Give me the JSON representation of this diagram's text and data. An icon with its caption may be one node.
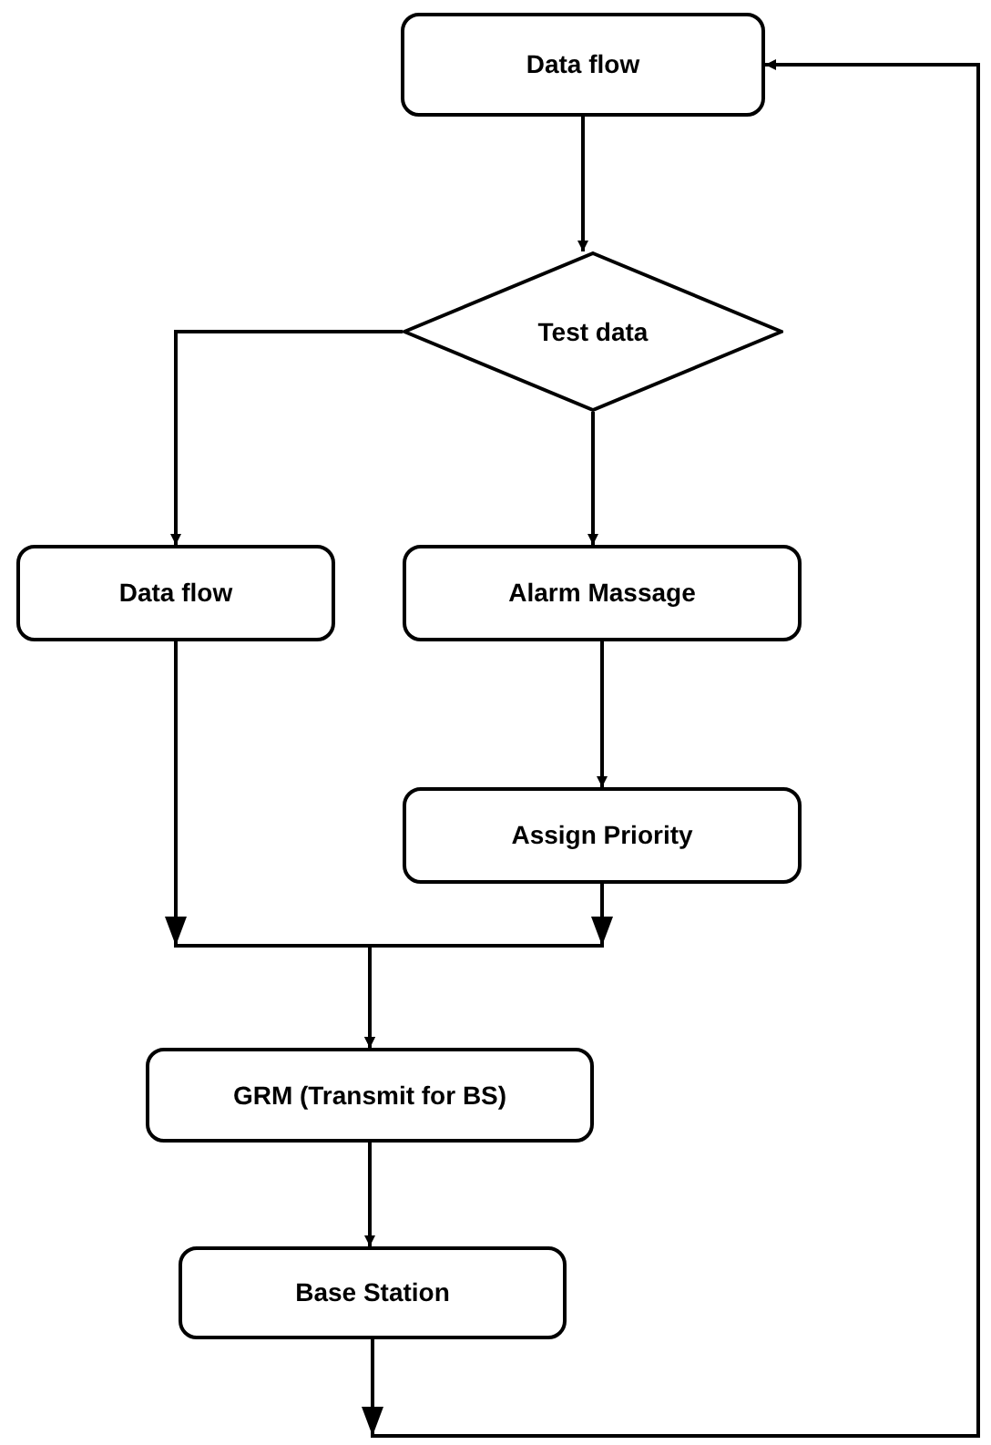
{
  "diagram": {
    "nodes": [
      {
        "text": [
          "Data flow"
        ]
      },
      {
        "text": [
          "Test data"
        ]
      },
      {
        "text": [
          "Data flow"
        ]
      },
      {
        "text": [
          "Alarm Massage"
        ]
      },
      {
        "text": [
          "Assign Priority"
        ]
      },
      {
        "text": [
          "GRM (Transmit for BS)"
        ]
      },
      {
        "text": [
          "Base Station"
        ]
      }
    ],
    "edges": [
      {
        "from": 0,
        "to": 1,
        "arrow": "to"
      },
      {
        "from": 1,
        "to": 2,
        "arrow": "to"
      },
      {
        "from": 1,
        "to": 3,
        "arrow": "to"
      },
      {
        "from": 3,
        "to": 4,
        "arrow": "to"
      },
      {
        "from": 2,
        "to": 5,
        "arrow": "to"
      },
      {
        "from": 4,
        "to": 5,
        "arrow": "to"
      },
      {
        "from": 5,
        "to": 6,
        "arrow": "to"
      },
      {
        "from": 6,
        "to": 0,
        "arrow": "to"
      }
    ]
  }
}
